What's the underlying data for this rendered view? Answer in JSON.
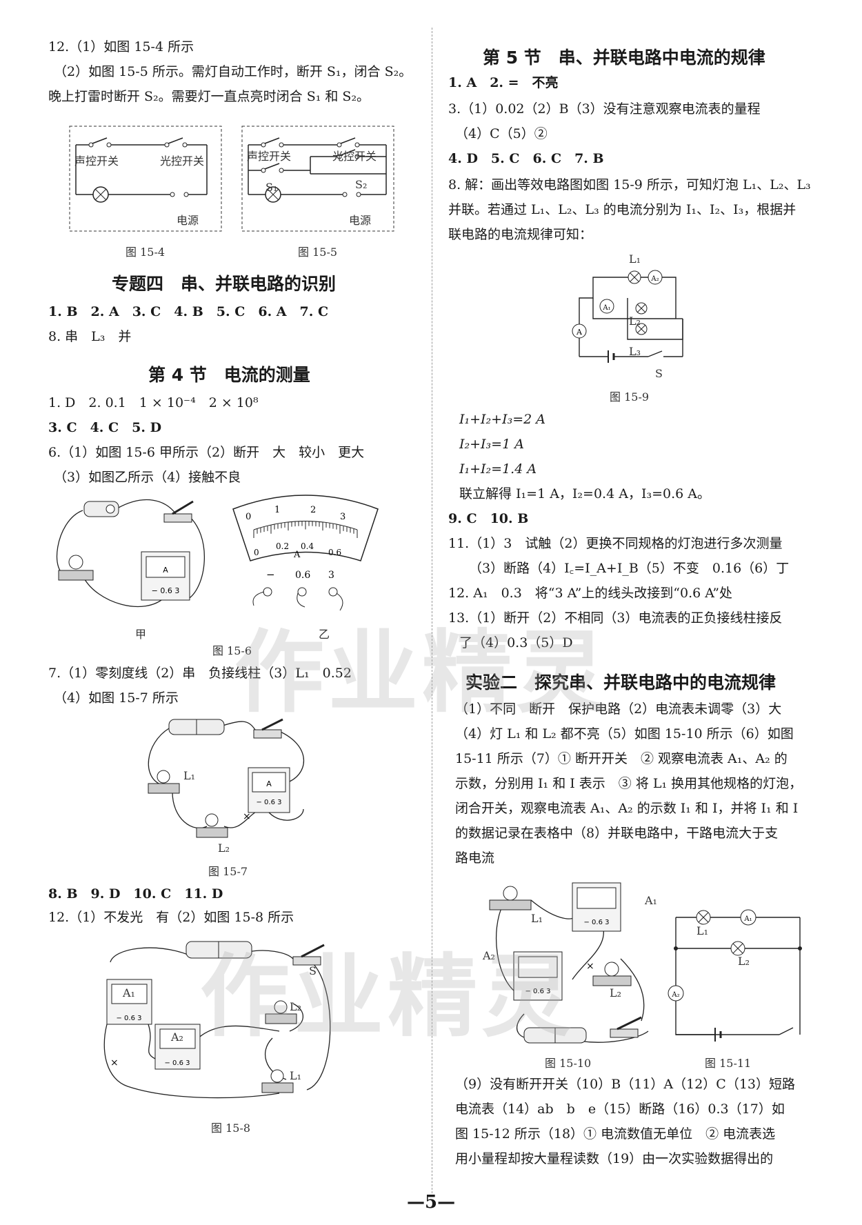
{
  "left": {
    "q12a": "12.（1）如图 15-4 所示",
    "q12b": "（2）如图 15-5 所示。需灯自动工作时，断开 S₁，闭合 S₂。",
    "q12c": "晚上打雷时断开 S₂。需要灯一直点亮时闭合 S₁ 和 S₂。",
    "fig154": {
      "sw1": "声控开关",
      "sw2": "光控开关",
      "power": "电源",
      "caption": "图 15-4"
    },
    "fig155": {
      "sw1": "声控开关",
      "sw2": "光控开关",
      "s1": "S₁",
      "s2": "S₂",
      "power": "电源",
      "caption": "图 15-5"
    },
    "topic4_title": "专题四　串、并联电路的识别",
    "topic4_ans": "1. B　2. A　3. C　4. B　5. C　6. A　7. C",
    "topic4_q8": "8. 串　L₃　并",
    "sec4_title": "第 4 节　电流的测量",
    "sec4_a1": "1. D　2. 0.1　1 × 10⁻⁴　2 × 10⁸",
    "sec4_a2": "3. C　4. C　5. D",
    "sec4_q6a": "6.（1）如图 15-6 甲所示（2）断开　大　较小　更大",
    "sec4_q6b": "（3）如图乙所示（4）接触不良",
    "fig156": {
      "scale_top": [
        "0",
        "1",
        "2",
        "3"
      ],
      "scale_bottom": [
        "0",
        "0.2",
        "0.4",
        "0.6"
      ],
      "unit": "A",
      "terminals": [
        "−",
        "0.6",
        "3"
      ],
      "meter_terms": "− 0.6 3",
      "meter_face": "A",
      "label_a": "甲",
      "label_b": "乙",
      "caption": "图 15-6"
    },
    "sec4_q7a": "7.（1）零刻度线（2）串　负接线柱（3）L₁　0.52",
    "sec4_q7b": "（4）如图 15-7 所示",
    "fig157": {
      "l1": "L₁",
      "l2": "L₂",
      "meter_terms": "− 0.6 3",
      "meter_face": "A",
      "caption": "图 15-7"
    },
    "sec4_a3": "8. B　9. D　10. C　11. D",
    "sec4_q12": "12.（1）不发光　有（2）如图 15-8 所示",
    "fig158": {
      "s": "S",
      "l1": "L₁",
      "l2": "L₂",
      "a1": "A₁",
      "a2": "A₂",
      "meter_terms": "− 0.6 3",
      "caption": "图 15-8"
    }
  },
  "right": {
    "sec5_title": "第 5 节　串、并联电路中电流的规律",
    "a1": "1. A　2. =　不亮",
    "q3a": "3.（1）0.02（2）B（3）没有注意观察电流表的量程",
    "q3b": "（4）C（5）②",
    "a2": "4. D　5. C　6. C　7. B",
    "q8a": "8. 解：画出等效电路图如图 15-9 所示，可知灯泡 L₁、L₂、L₃",
    "q8b": "并联。若通过 L₁、L₂、L₃ 的电流分别为 I₁、I₂、I₃，根据并",
    "q8c": "联电路的电流规律可知：",
    "fig159": {
      "l1": "L₁",
      "l2": "L₂",
      "l3": "L₃",
      "a": "A",
      "a1": "A₁",
      "a2": "A₂",
      "s": "S",
      "caption": "图 15-9"
    },
    "eq1": "I₁+I₂+I₃=2 A",
    "eq2": "I₂+I₃=1 A",
    "eq3": "I₁+I₂=1.4 A",
    "eq4": "联立解得 I₁=1 A，I₂=0.4 A，I₃=0.6 A。",
    "a3": "9. C　10. B",
    "q11a": "11.（1）3　试触（2）更换不同规格的灯泡进行多次测量",
    "q11b": "（3）断路（4）I꜀=I_A+I_B（5）不变　0.16（6）丁",
    "q12": "12. A₁　0.3　将“3 A”上的线头改接到“0.6 A”处",
    "q13a": "13.（1）断开（2）不相同（3）电流表的正负接线柱接反",
    "q13b": "了（4）0.3（5）D",
    "exp2_title": "实验二　探究串、并联电路中的电流规律",
    "e1": "（1）不同　断开　保护电路（2）电流表未调零（3）大",
    "e2": "（4）灯 L₁ 和 L₂ 都不亮（5）如图 15-10 所示（6）如图",
    "e3": "15-11 所示（7）① 断开开关　② 观察电流表 A₁、A₂ 的",
    "e4": "示数，分别用 I₁ 和 I 表示　③ 将 L₁ 换用其他规格的灯泡，",
    "e5": "闭合开关，观察电流表 A₁、A₂ 的示数 I₁ 和 I，并将 I₁ 和 I",
    "e6": "的数据记录在表格中（8）并联电路中，干路电流大于支",
    "e7": "路电流",
    "fig1510": {
      "l1": "L₁",
      "l2": "L₂",
      "a1": "A₁",
      "a2": "A₂",
      "meter_terms": "− 0.6 3",
      "caption": "图 15-10"
    },
    "fig1511": {
      "l1": "L₁",
      "l2": "L₂",
      "a1": "A₁",
      "a2": "A₂",
      "caption": "图 15-11"
    },
    "e8": "（9）没有断开开关（10）B（11）A（12）C（13）短路",
    "e9": "电流表（14）ab　b　e（15）断路（16）0.3（17）如",
    "e10": "图 15-12 所示（18）① 电流数值无单位　② 电流表选",
    "e11": "用小量程却按大量程读数（19）由一次实验数据得出的"
  },
  "watermark": "作业精灵",
  "page_number": "—5—"
}
